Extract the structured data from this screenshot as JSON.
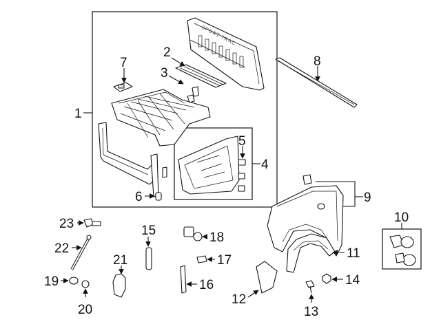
{
  "embossed_text": "SPORT TRAC",
  "callouts": [
    "1",
    "2",
    "3",
    "4",
    "5",
    "6",
    "7",
    "8",
    "9",
    "10",
    "11",
    "12",
    "13",
    "14",
    "15",
    "16",
    "17",
    "18",
    "19",
    "20",
    "21",
    "22",
    "23"
  ],
  "colors": {
    "line": "#111111",
    "background": "#ffffff",
    "fill_light": "#e9e9e9"
  }
}
